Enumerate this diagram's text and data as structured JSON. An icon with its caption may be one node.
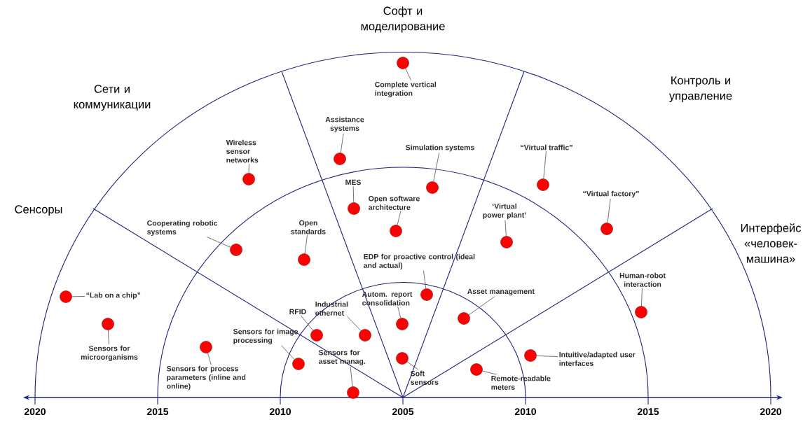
{
  "diagram": {
    "nodes": [
      {
        "text": [
          "Complete vertical integration"
        ]
      },
      {
        "text": [],
        "shape": "circle"
      },
      {
        "text": [
          "Assistance systems"
        ]
      },
      {
        "text": [],
        "shape": "circle"
      },
      {
        "text": [
          "Wireless sensor networks"
        ]
      },
      {
        "text": [],
        "shape": "circle"
      },
      {
        "text": [
          "Simulation systems"
        ]
      },
      {
        "text": [],
        "shape": "circle"
      },
      {
        "text": [
          "“Virtual traffic”"
        ]
      },
      {
        "text": [],
        "shape": "circle"
      },
      {
        "text": [
          "MES"
        ]
      },
      {
        "text": [],
        "shape": "circle"
      },
      {
        "text": [
          "Open software architecture"
        ]
      },
      {
        "text": [],
        "shape": "circle"
      },
      {
        "text": [
          "“Virtual factory”"
        ]
      },
      {
        "text": [],
        "shape": "circle"
      },
      {
        "text": [
          "‘Virtual power plant’"
        ]
      },
      {
        "text": [],
        "shape": "circle"
      },
      {
        "text": [
          "Cooperating robotic systems"
        ]
      },
      {
        "text": [],
        "shape": "circle"
      },
      {
        "text": [
          "Open standards"
        ]
      },
      {
        "text": [],
        "shape": "circle"
      },
      {
        "text": [
          "EDP for proactive control (ideal and actual)"
        ]
      },
      {
        "text": [],
        "shape": "circle"
      },
      {
        "text": [
          "Human-robot interaction"
        ]
      },
      {
        "text": [],
        "shape": "circle"
      },
      {
        "text": [
          "“Lab on a chip”"
        ]
      },
      {
        "text": [],
        "shape": "circle"
      },
      {
        "text": [
          "Asset management"
        ]
      },
      {
        "text": [],
        "shape": "circle"
      },
      {
        "text": [
          "Autom. report consolidation"
        ]
      },
      {
        "text": [],
        "shape": "circle"
      },
      {
        "text": [
          "Industrial ethernet"
        ]
      },
      {
        "text": [],
        "shape": "circle"
      },
      {
        "text": [
          "RFID"
        ]
      },
      {
        "text": [],
        "shape": "circle"
      },
      {
        "text": [
          "Sensors for microorganisms"
        ]
      },
      {
        "text": [],
        "shape": "circle"
      },
      {
        "text": [
          "Sensors for image processing"
        ]
      },
      {
        "text": [],
        "shape": "circle"
      },
      {
        "text": [
          "Sensors for asset manag."
        ]
      },
      {
        "text": [],
        "shape": "circle"
      },
      {
        "text": [
          "Intuitive/adapted user interfaces"
        ]
      },
      {
        "text": [],
        "shape": "circle"
      },
      {
        "text": [
          "Soft sensors"
        ]
      },
      {
        "text": [],
        "shape": "circle"
      },
      {
        "text": [
          "Sensors for process parameters (inline and online)"
        ]
      },
      {
        "text": [],
        "shape": "circle"
      },
      {
        "text": [
          "Remote-readable meters"
        ]
      },
      {
        "text": [],
        "shape": "circle"
      }
    ],
    "edges": [
      {
        "from": 0,
        "to": 1,
        "arrow": "none"
      },
      {
        "from": 2,
        "to": 3,
        "arrow": "none"
      },
      {
        "from": 4,
        "to": 5,
        "arrow": "none"
      },
      {
        "from": 6,
        "to": 7,
        "arrow": "none"
      },
      {
        "from": 8,
        "to": 9,
        "arrow": "none"
      },
      {
        "from": 10,
        "to": 11,
        "arrow": "none"
      },
      {
        "from": 12,
        "to": 13,
        "arrow": "none"
      },
      {
        "from": 14,
        "to": 15,
        "arrow": "none"
      },
      {
        "from": 16,
        "to": 17,
        "arrow": "none"
      },
      {
        "from": 18,
        "to": 19,
        "arrow": "none"
      },
      {
        "from": 20,
        "to": 21,
        "arrow": "none"
      },
      {
        "from": 22,
        "to": 23,
        "arrow": "none"
      },
      {
        "from": 24,
        "to": 25,
        "arrow": "none"
      },
      {
        "from": 26,
        "to": 27,
        "arrow": "none"
      },
      {
        "from": 28,
        "to": 29,
        "arrow": "none"
      },
      {
        "from": 30,
        "to": 31,
        "arrow": "none"
      },
      {
        "from": 32,
        "to": 33,
        "arrow": "none"
      },
      {
        "from": 34,
        "to": 35,
        "arrow": "none"
      },
      {
        "from": 36,
        "to": 37,
        "arrow": "none"
      },
      {
        "from": 38,
        "to": 39,
        "arrow": "none"
      },
      {
        "from": 40,
        "to": 41,
        "arrow": "none"
      },
      {
        "from": 42,
        "to": 43,
        "arrow": "none"
      },
      {
        "from": 44,
        "to": 45,
        "arrow": "none"
      },
      {
        "from": 46,
        "to": 47,
        "arrow": "none"
      },
      {
        "from": 48,
        "to": 49,
        "arrow": "none"
      }
    ],
    "labels": [
      "Софт и моделирование",
      "Сети и коммуникации",
      "Контроль и управление",
      "Сенсоры",
      "Интерфейс «человек-машина»",
      "2020",
      "2015",
      "2010",
      "2005",
      "2010",
      "2015",
      "2020"
    ]
  }
}
